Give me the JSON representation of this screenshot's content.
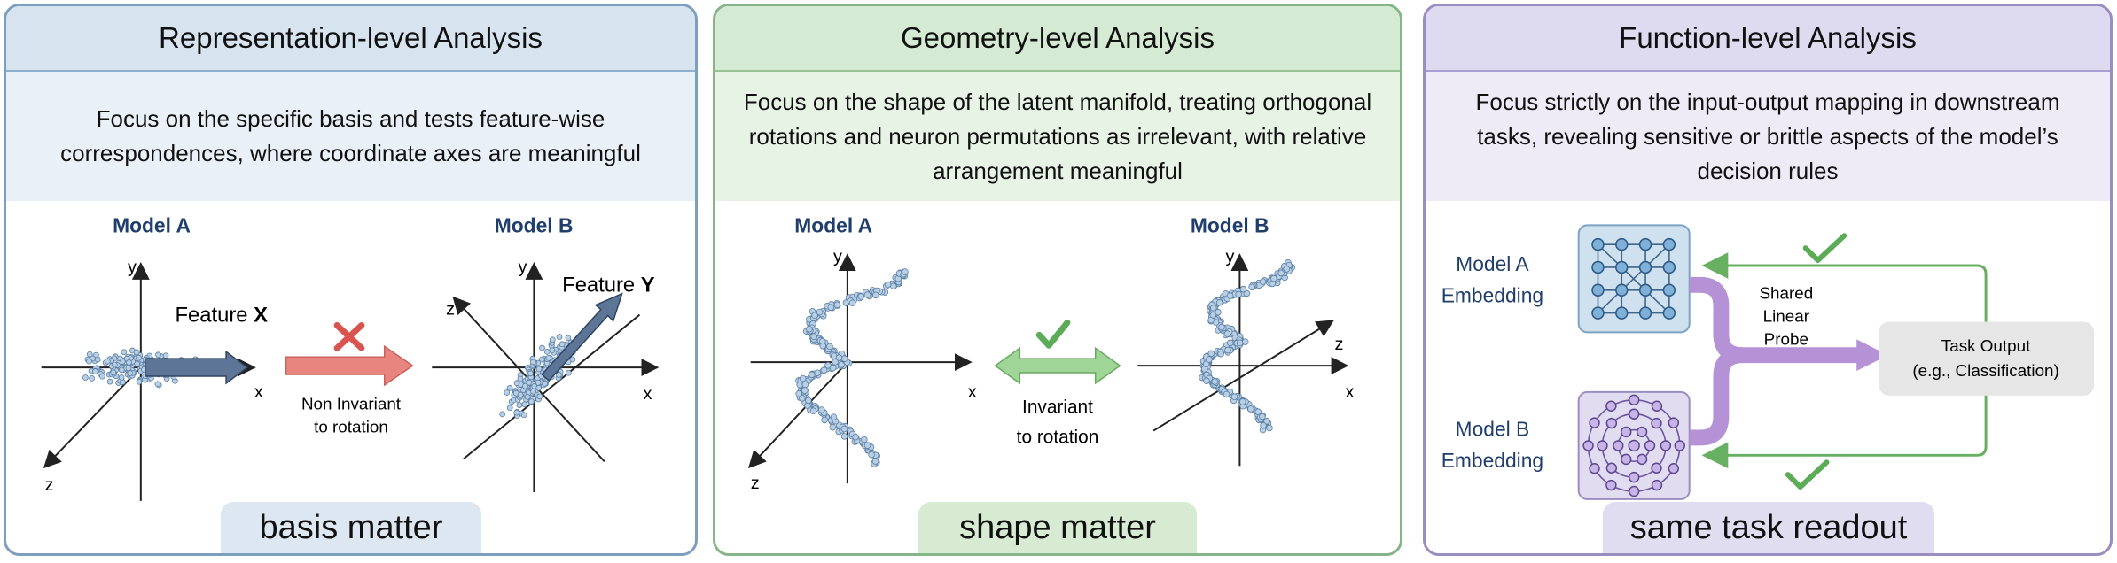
{
  "panels": [
    {
      "title": "Representation-level Analysis",
      "description": "Focus on the specific basis and tests feature-wise correspondences, where coordinate axes are meaningful",
      "model_a": "Model A",
      "model_b": "Model B",
      "feature_x_prefix": "Feature ",
      "feature_x_letter": "X",
      "feature_y_prefix": "Feature ",
      "feature_y_letter": "Y",
      "arrow_caption_line1": "Non Invariant",
      "arrow_caption_line2": "to rotation",
      "axis_x": "x",
      "axis_y": "y",
      "axis_z": "z",
      "badge": "basis matter"
    },
    {
      "title": "Geometry-level Analysis",
      "description": "Focus on the shape of the latent manifold, treating orthogonal rotations and neuron permutations as irrelevant, with relative arrangement meaningful",
      "model_a": "Model A",
      "model_b": "Model B",
      "arrow_caption_line1": "Invariant",
      "arrow_caption_line2": "to rotation",
      "axis_x": "x",
      "axis_y": "y",
      "axis_z": "z",
      "badge": "shape matter"
    },
    {
      "title": "Function-level Analysis",
      "description": "Focus strictly on the input-output mapping in downstream tasks, revealing sensitive or brittle aspects of the model’s decision rules",
      "model_a_line1": "Model A",
      "model_a_line2": "Embedding",
      "model_b_line1": "Model B",
      "model_b_line2": "Embedding",
      "probe_line1": "Shared",
      "probe_line2": "Linear",
      "probe_line3": "Probe",
      "output_line1": "Task Output",
      "output_line2": "(e.g., Classification)",
      "badge": "same task readout"
    }
  ],
  "colors": {
    "model_label": "#1f3e6c",
    "scatter_fill": "#b9cfe4",
    "scatter_stroke": "#5a7fa6",
    "feature_arrow": "#5d7596",
    "cross": "#d9534f",
    "red_arrow": "#e8857f",
    "check": "#5cab57",
    "green_arrow": "#9fd596",
    "probe_arrow": "#b591d6",
    "feedback": "#67b061"
  }
}
